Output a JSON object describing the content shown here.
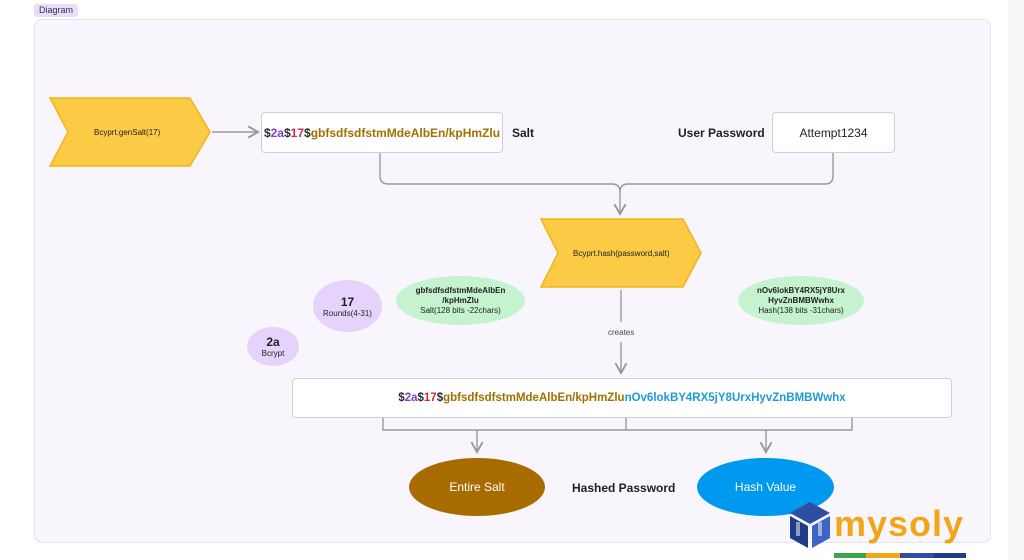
{
  "tag": "Diagram",
  "gensalt": "Bcyprt.genSalt(17)",
  "salt_string": {
    "dollar1": "$",
    "ver": "2a",
    "dollar2": "$",
    "rounds": "17",
    "dollar3": "$",
    "salt": "gbfsdfsdfstmMdeAlbEn/kpHmZlu"
  },
  "salt_label": "Salt",
  "user_password_label": "User Password",
  "user_password_value": "Attempt1234",
  "hash_fn": "Bcyprt.hash(password,salt)",
  "creates": "creates",
  "bubbles": {
    "rounds": {
      "value": "17",
      "label": "Rounds(4-31)"
    },
    "bcrypt": {
      "value": "2a",
      "label": "Bcrypt"
    },
    "salt": {
      "line1": "gbfsdfsdfstmMdeAlbEn",
      "line2": "/kpHmZlu",
      "label": "Salt(128 bits -22chars)"
    },
    "hash": {
      "line1": "nOv6lokBY4RX5jY8Urx",
      "line2": "HyvZnBMBWwhx",
      "label": "Hash(138 bits -31chars)"
    }
  },
  "result_string": {
    "dollar1": "$",
    "ver": "2a",
    "dollar2": "$",
    "rounds": "17",
    "dollar3": "$",
    "salt": "gbfsdfsdfstmMdeAlbEn/kpHmZlu",
    "hash": "nOv6lokBY4RX5jY8UrxHyvZnBMBWwhx"
  },
  "entire_salt": "Entire Salt",
  "hashed_password_label": "Hashed Password",
  "hash_value": "Hash Value",
  "logo_text": "mysoly",
  "colors": {
    "arrow_fill": "#fccb45",
    "arrow_stroke": "#f2b31d",
    "entire_salt": "#a86b00",
    "hash_value": "#0099f0",
    "purple_pill": "#e6d3fb",
    "green_pill": "#c5f2cf"
  }
}
